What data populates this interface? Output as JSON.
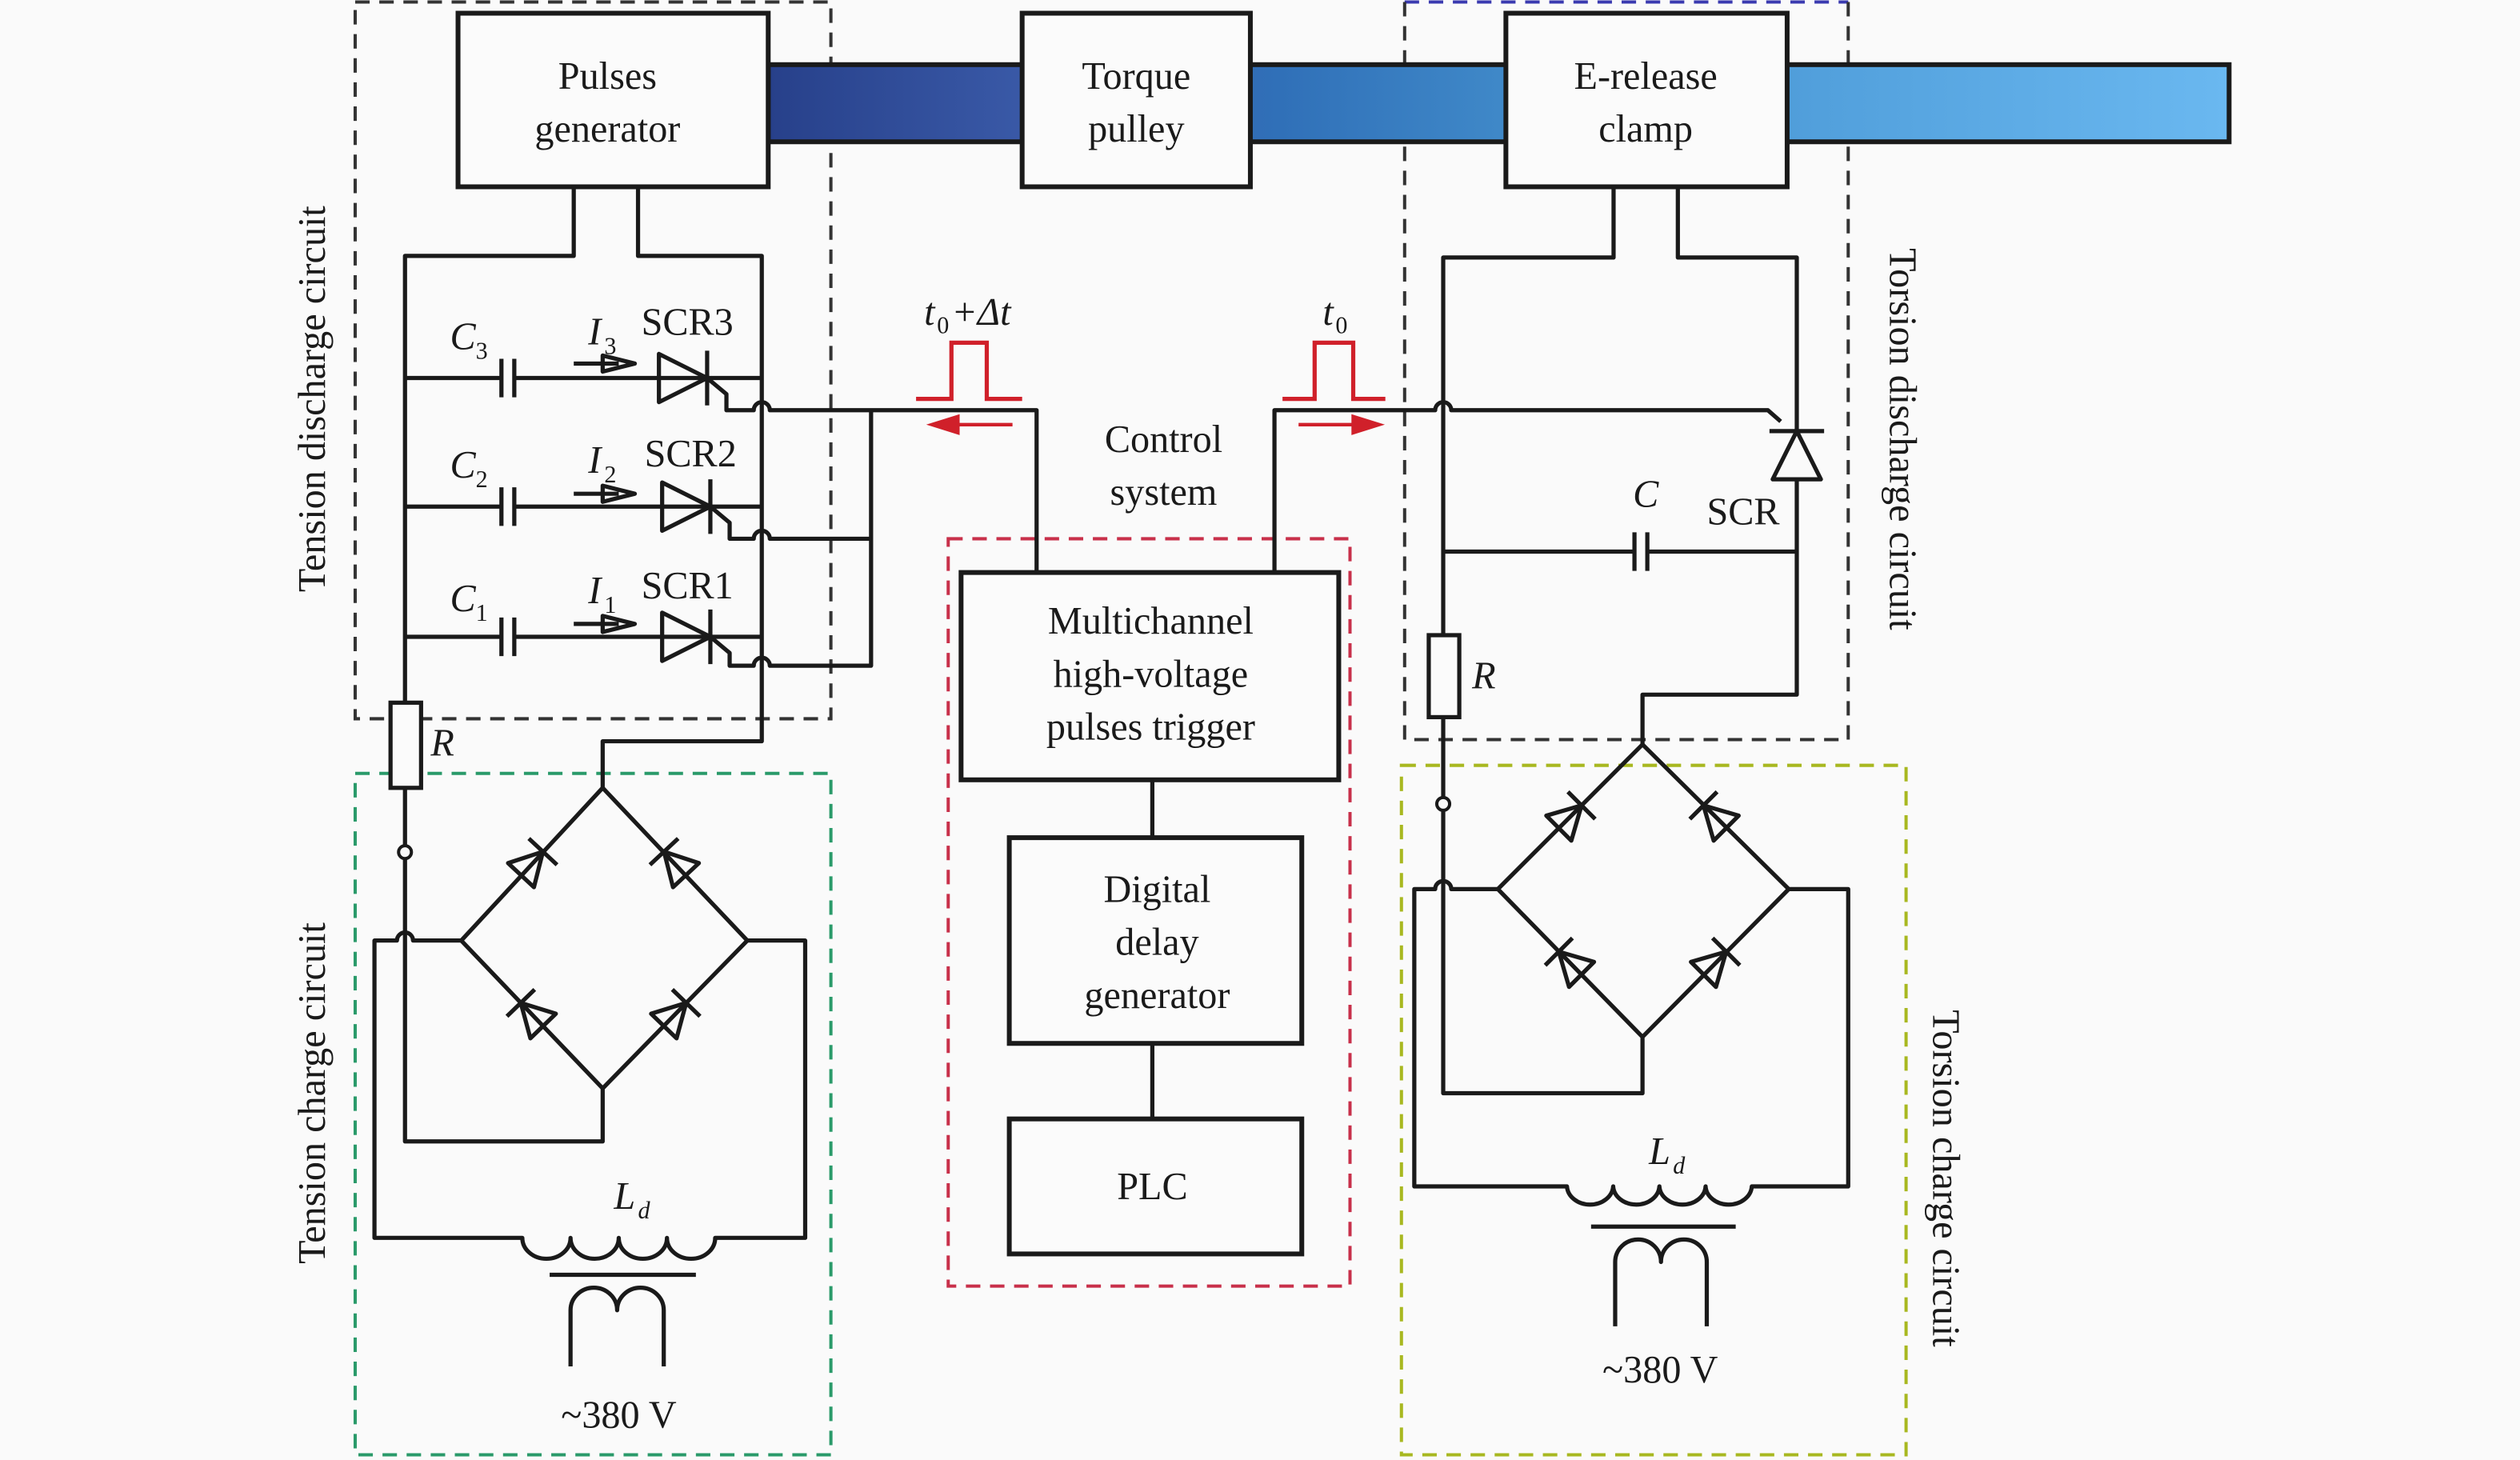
{
  "blocks": {
    "pulses_generator": [
      "Pulses",
      "generator"
    ],
    "torque_pulley": [
      "Torque",
      "pulley"
    ],
    "e_release_clamp": [
      "E-release",
      "clamp"
    ],
    "control_system": [
      "Control",
      "system"
    ],
    "trigger": [
      "Multichannel",
      "high-voltage",
      "pulses trigger"
    ],
    "delay": [
      "Digital",
      "delay",
      "generator"
    ],
    "plc": "PLC"
  },
  "regions": {
    "tension_discharge": "Tension discharge circuit",
    "tension_charge": "Tension charge circuit",
    "torsion_discharge": "Torsion discharge circuit",
    "torsion_charge": "Torsion charge circuit"
  },
  "components": {
    "c3": "C",
    "c3_sub": "3",
    "i3": "I",
    "i3_sub": "3",
    "scr3": "SCR3",
    "c2": "C",
    "c2_sub": "2",
    "i2": "I",
    "i2_sub": "2",
    "scr2": "SCR2",
    "c1": "C",
    "c1_sub": "1",
    "i1": "I",
    "i1_sub": "1",
    "scr1": "SCR1",
    "r_left": "R",
    "r_right": "R",
    "c_right": "C",
    "scr_right": "SCR",
    "ld_left": "L",
    "ld_left_sub": "d",
    "ld_right": "L",
    "ld_right_sub": "d",
    "supply_left": "~380 V",
    "supply_right": "~380 V"
  },
  "pulses": {
    "left": {
      "label": "t",
      "sub": "0",
      "suffix": "+Δt"
    },
    "right": {
      "label": "t",
      "sub": "0"
    }
  },
  "colors": {
    "tension_discharge_border": "#333333",
    "torsion_discharge_border_top": "#3a3ab0",
    "tension_charge_border": "#2a9a6a",
    "control_border": "#c8304a",
    "torsion_charge_border": "#a8b820",
    "pulse_color": "#d0202a",
    "bar_dark": "#2a4590",
    "bar_light": "#6ab8f0"
  }
}
